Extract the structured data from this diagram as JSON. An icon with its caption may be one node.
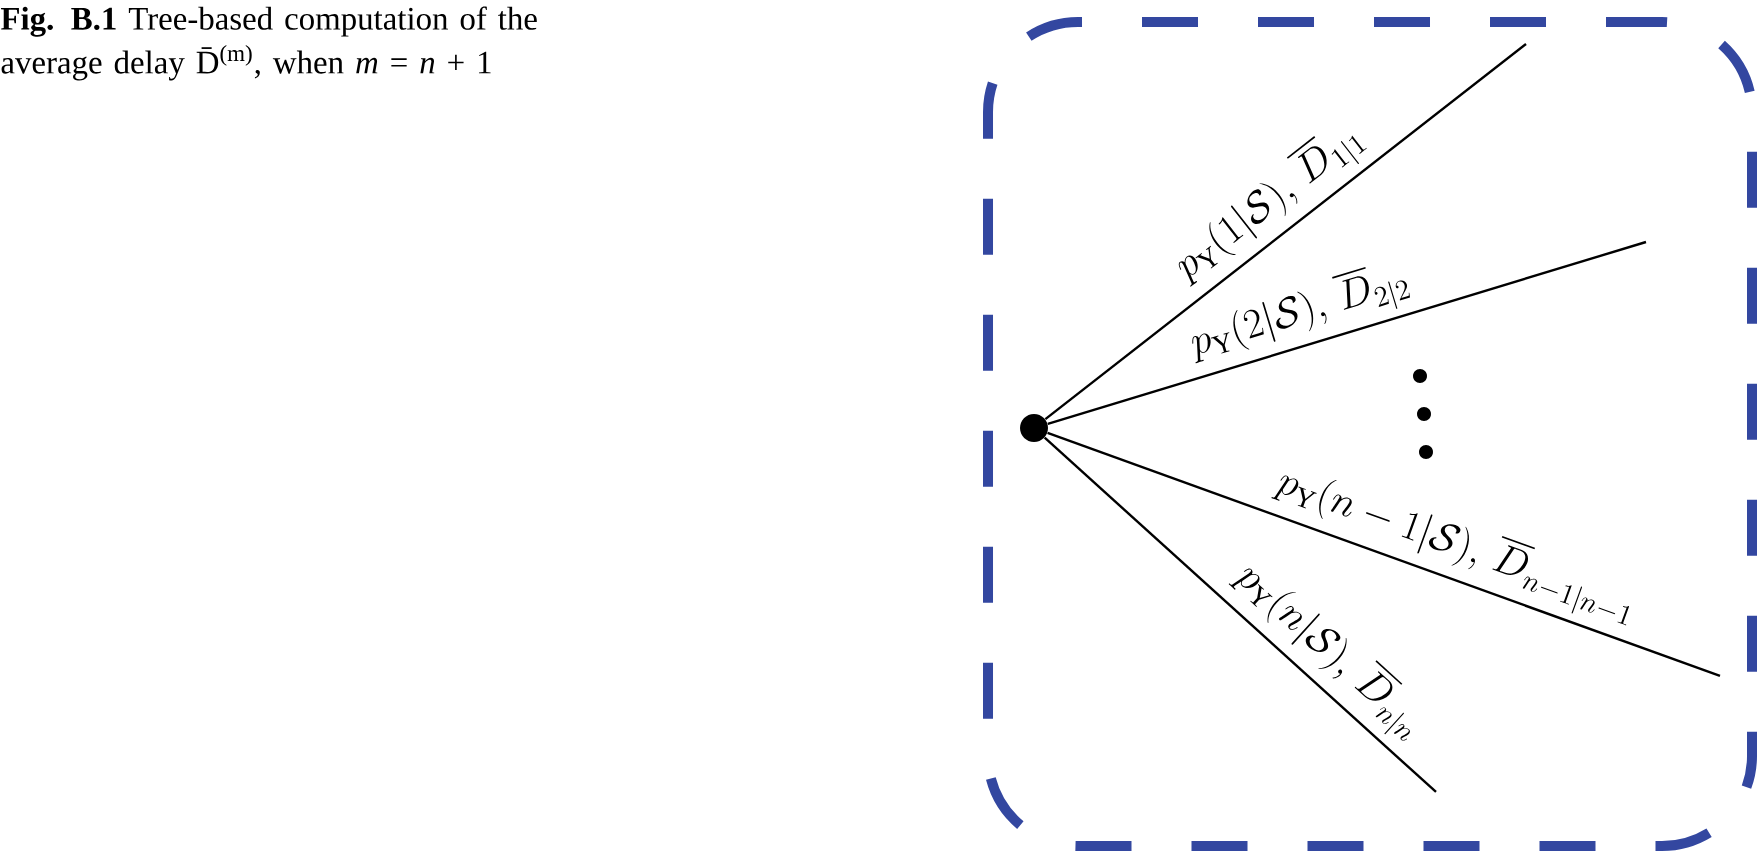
{
  "diagram": {
    "caption": "**Fig. B.1** Tree-based computation of the average delay D̄$^{(m)}$, when *m* = *n* + 1",
    "nodes": [
      {
        "text": [],
        "shape": "box"
      },
      {
        "text": [],
        "shape": "circle",
        "in": 0
      }
    ],
    "edges": [
      {
        "from": 1,
        "to": null,
        "arrow": "none",
        "label": "p_{\\mathrm{Y}}(1|\\mathcal{S}),\\,\\overline{D}_{1|1}"
      },
      {
        "from": 1,
        "to": null,
        "arrow": "none",
        "label": "p_{\\mathrm{Y}}(2|\\mathcal{S}),\\,\\overline{D}_{2|2}"
      },
      {
        "from": 1,
        "to": null,
        "arrow": "none",
        "label": "p_{\\mathrm{Y}}(n-1|\\mathcal{S}),\\,\\overline{D}_{n-1|n-1}"
      },
      {
        "from": 1,
        "to": null,
        "arrow": "none",
        "label": "p_{\\mathrm{Y}}(n|\\mathcal{S}),\\,\\overline{D}_{n|n}"
      }
    ]
  }
}
